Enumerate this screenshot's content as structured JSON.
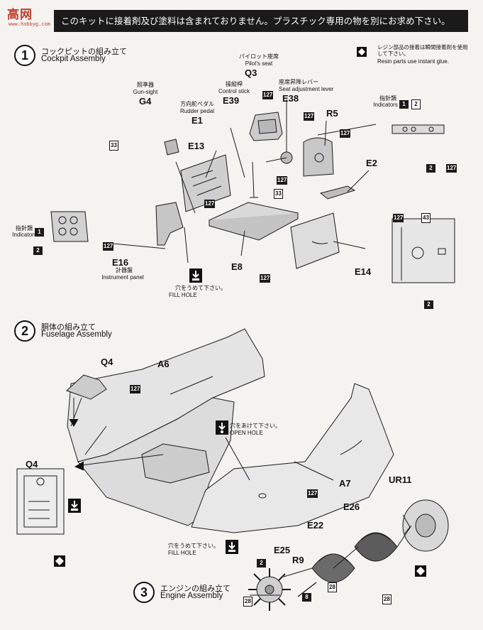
{
  "header": {
    "watermark": "高网",
    "watermark_url": "www.hobbyg.com",
    "notice": "このキットに接着剤及び塗料は含まれておりません。プラスチック専用の物を別にお求め下さい。"
  },
  "step1": {
    "number": "1",
    "title_jp": "コックピットの組み立て",
    "title_en": "Cockpit Assembly",
    "resin_jp": "レジン部品の接着は瞬間接着剤を使用して下さい。",
    "resin_en": "Resin parts use instant glue.",
    "parts": {
      "q3": {
        "jp": "パイロット座席",
        "en": "Pilot's seat",
        "code": "Q3"
      },
      "e38": {
        "jp": "座席昇降レバー",
        "en": "Seat adjustment lever",
        "code": "E38"
      },
      "e39": {
        "jp": "操縦桿",
        "en": "Control stick",
        "code": "E39"
      },
      "e1": {
        "jp": "方向舵ペダル",
        "en": "Rudder pedal",
        "code": "E1"
      },
      "g4": {
        "jp": "照準器",
        "en": "Gun-sight",
        "code": "G4"
      },
      "r5": "R5",
      "e13": "E13",
      "e2": "E2",
      "e8": "E8",
      "e14": "E14",
      "e16": {
        "code": "E16",
        "jp": "計器盤",
        "en": "Instrument panel"
      },
      "indicators_right": {
        "jp": "指針類",
        "en": "Indicators"
      },
      "indicators_left": {
        "jp": "指針類",
        "en": "Indicators"
      }
    },
    "fill_hole": {
      "jp": "穴をうめて下さい。",
      "en": "FILL HOLE"
    }
  },
  "step2": {
    "number": "2",
    "title_jp": "胴体の組み立て",
    "title_en": "Fuselage Assembly",
    "parts": {
      "q4_top": "Q4",
      "a6": "A6",
      "a7": "A7",
      "q4_side": "Q4"
    },
    "open_hole": {
      "jp": "穴をあけて下さい。",
      "en": "OPEN HOLE"
    },
    "fill_hole": {
      "jp": "穴をうめて下さい。",
      "en": "FILL HOLE"
    }
  },
  "step3": {
    "number": "3",
    "title_jp": "エンジンの組み立て",
    "title_en": "Engine Assembly",
    "parts": {
      "ur11": "UR11",
      "e26": "E26",
      "e22": "E22",
      "e25": "E25",
      "r9": "R9"
    }
  },
  "paint_codes": {
    "c127": "127",
    "c33": "33",
    "c43": "43",
    "c28": "28",
    "n1": "1",
    "n2": "2",
    "n8": "8"
  }
}
